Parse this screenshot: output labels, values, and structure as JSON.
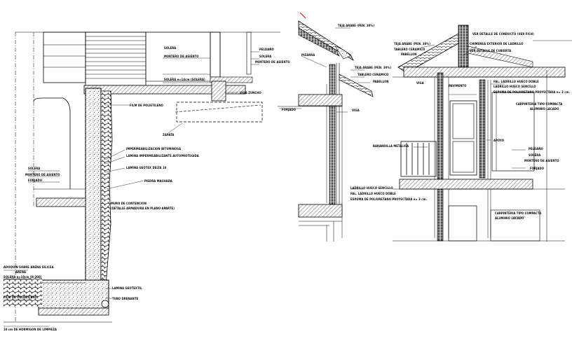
{
  "left_section": {
    "labels": [
      {
        "id": "solera-top",
        "text": "SOLERA"
      },
      {
        "id": "mortero-top",
        "text": "MORTERO DE ASIENTO"
      },
      {
        "id": "solera-14",
        "text": "SOLERA e=14cm (SOLERA)"
      },
      {
        "id": "peldano",
        "text": "PELDAÑO"
      },
      {
        "id": "solera-r",
        "text": "SOLERA"
      },
      {
        "id": "mortero-r",
        "text": "MORTERO DE ASIENTO"
      },
      {
        "id": "viga",
        "text": "VIGA ZUNCHO"
      },
      {
        "id": "film",
        "text": "FILM DE POLIETILENO"
      },
      {
        "id": "zapata",
        "text": "ZAPATA"
      },
      {
        "id": "impermeab",
        "text": "IMPERMEABILIZACION BITUMINOSA"
      },
      {
        "id": "lamina-imp",
        "text": "LAMINA IMPERMEABILIZANTE AUTOPROTEGIDA"
      },
      {
        "id": "lamina-delta",
        "text": "LAMINA GEOTEX DELTA 10"
      },
      {
        "id": "piedra",
        "text": "PIEDRA MACHADA"
      },
      {
        "id": "muro",
        "text": "MURO DE CONTENCION"
      },
      {
        "id": "detalle",
        "text": "(DETALLE ARMADURA EN PLANO APARTE)"
      },
      {
        "id": "solera-l",
        "text": "SOLERA"
      },
      {
        "id": "mortero-l",
        "text": "MORTERO DE ASIENTO"
      },
      {
        "id": "forjado-l",
        "text": "FORJADO"
      },
      {
        "id": "adoquin",
        "text": "ADOQUIN SOBRE ARENA SILICEA"
      },
      {
        "id": "arena",
        "text": "ARENA"
      },
      {
        "id": "solera-10",
        "text": "SOLERA e=10cm (H-200)"
      },
      {
        "id": "film-2",
        "text": "FILM DE POLIETILENO"
      },
      {
        "id": "lamina-geo",
        "text": "LAMINA GEOTEXTIL"
      },
      {
        "id": "tubo",
        "text": "TUBO DRENANTE"
      },
      {
        "id": "hormigon",
        "text": "10 cm DE HORMIGON DE LIMPIEZA"
      }
    ]
  },
  "right_section": {
    "labels": [
      {
        "id": "teja-1",
        "text": "TEJA ARABE (PEN. 30%)"
      },
      {
        "id": "pizarra",
        "text": "PIZARRA"
      },
      {
        "id": "forjado-r",
        "text": "FORJADO"
      },
      {
        "id": "teja-2",
        "text": "TEJA ARABE (PEN. 30%)"
      },
      {
        "id": "tablero",
        "text": "TABLERO CERAMICO"
      },
      {
        "id": "pabellon",
        "text": "PABELLON"
      },
      {
        "id": "ver-detalle",
        "text": "VER DETALLE DE CONDUCTO (VER FICH)"
      },
      {
        "id": "teja-3",
        "text": "TEJA ARABE (PEN. 30%)"
      },
      {
        "id": "tablero-2",
        "text": "TABLERO CERAMICO"
      },
      {
        "id": "pabellon-2",
        "text": "PABELLON"
      },
      {
        "id": "chimenea",
        "text": "CHIMENEA EXTERIOR DE LADRILLO"
      },
      {
        "id": "ver-cubierta",
        "text": "VER DETALLE DE CUBIERTA"
      },
      {
        "id": "vigas-r",
        "text": "VIGA"
      },
      {
        "id": "viga-2",
        "text": "VIGA"
      },
      {
        "id": "pavimento",
        "text": "PAVIMENTO"
      },
      {
        "id": "ladrillo-hueco",
        "text": "FAL. LADRILLO HUECO DOBLE"
      },
      {
        "id": "ladrillo-macizo",
        "text": "LADRILLO HUECO SENCILLO"
      },
      {
        "id": "espuma",
        "text": "ESPUMA DE POLIURETANO PROYECTADA e= 3 cm."
      },
      {
        "id": "carpinteria",
        "text": "CARPINTERIA TIPO COMPACTA"
      },
      {
        "id": "aluminio",
        "text": "ALUMINIO LACADO"
      },
      {
        "id": "barandilla",
        "text": "BARANDILLA METALICA"
      },
      {
        "id": "ladrillo-2",
        "text": "LADRILLO HUECO SENCILLO"
      },
      {
        "id": "fal-ladrillo",
        "text": "FAL. LADRILLO HUECO DOBLE"
      },
      {
        "id": "espuma-2",
        "text": "ESPUMA DE POLIURETANO PROYECTADA e= 3 cm."
      },
      {
        "id": "peldano-r",
        "text": "PELDAÑO"
      },
      {
        "id": "solera-rr",
        "text": "SOLERA"
      },
      {
        "id": "mortero-rr",
        "text": "MORTERO DE ASIENTO"
      },
      {
        "id": "forjado-rr",
        "text": "FORJADO"
      },
      {
        "id": "carpinteria-2",
        "text": "CARPINTERIA TIPO COMPACTA"
      },
      {
        "id": "aluminio-2",
        "text": "ALUMINIO LACADO"
      },
      {
        "id": "apoyo",
        "text": "APOYO"
      }
    ]
  }
}
